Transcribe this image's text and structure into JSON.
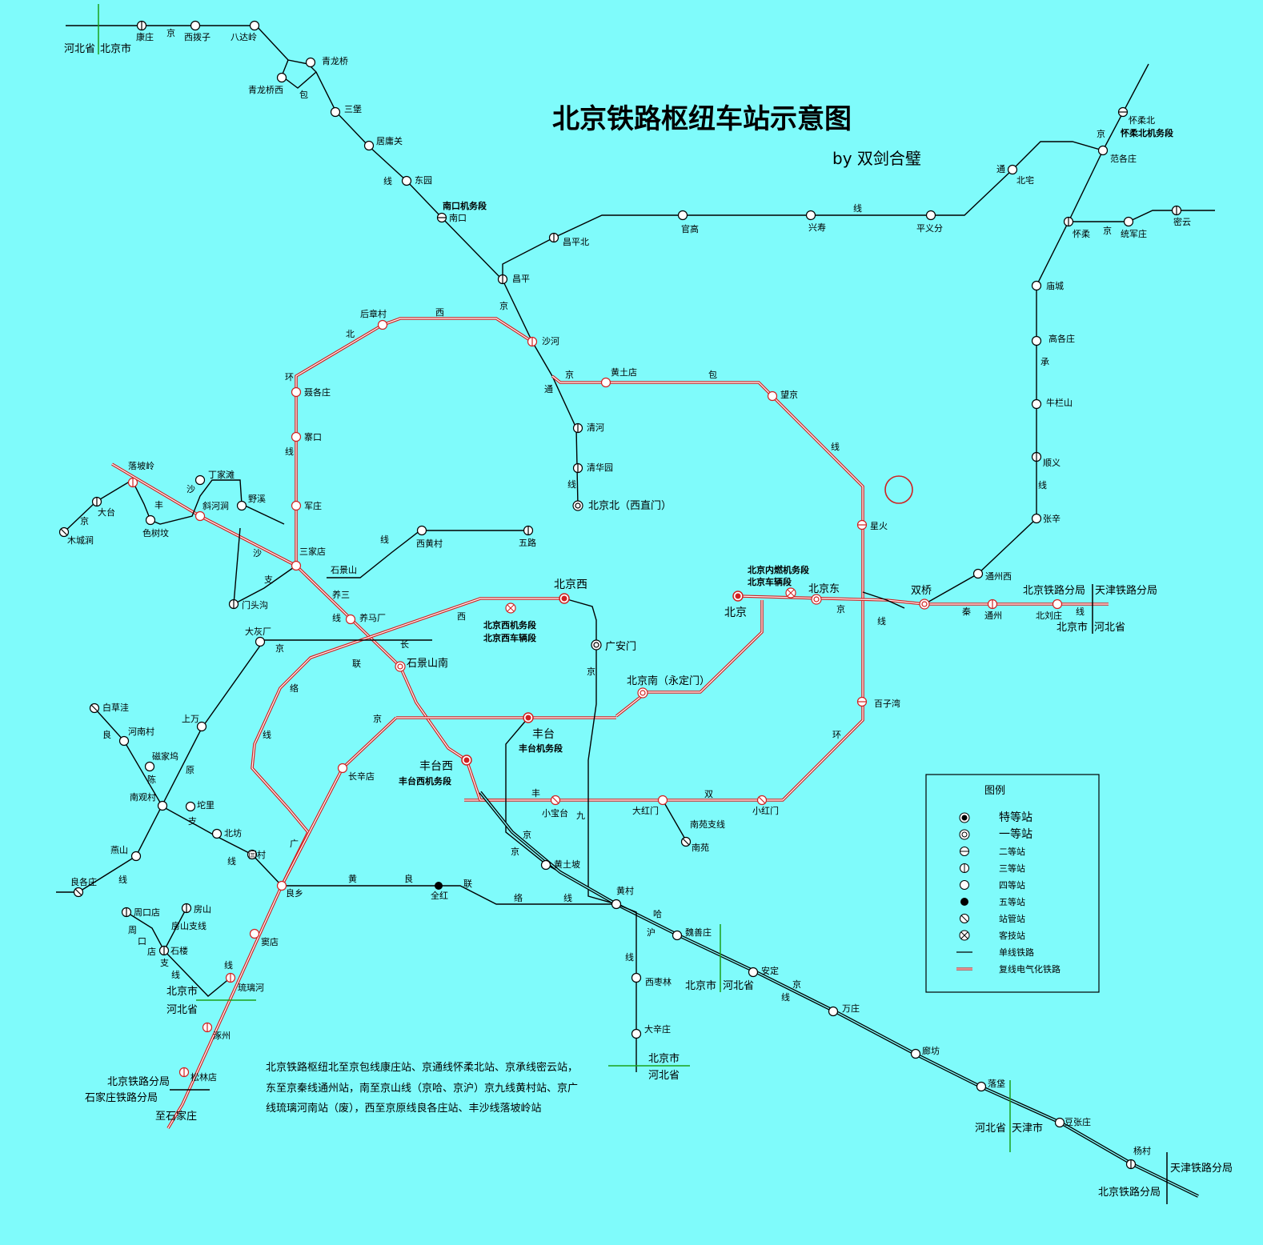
{
  "title": "北京铁路枢纽车站示意图",
  "author": "by  双剑合璧",
  "legend": {
    "title": "图例",
    "items": [
      {
        "symbol": "grade-special",
        "label": "特等站"
      },
      {
        "symbol": "grade-1",
        "label": "一等站"
      },
      {
        "symbol": "grade-2",
        "label": "二等站"
      },
      {
        "symbol": "grade-3",
        "label": "三等站"
      },
      {
        "symbol": "grade-4",
        "label": "四等站"
      },
      {
        "symbol": "grade-5",
        "label": "五等站"
      },
      {
        "symbol": "yard",
        "label": "站管站"
      },
      {
        "symbol": "passenger-tech",
        "label": "客技站"
      },
      {
        "symbol": "single-line",
        "label": "单线铁路"
      },
      {
        "symbol": "double-electric",
        "label": "复线电气化铁路"
      }
    ]
  },
  "note": [
    "北京铁路枢纽北至京包线康庄站、京通线怀柔北站、京承线密云站，",
    "东至京秦线通州站，南至京山线（京哈、京沪）京九线黄村站、京广",
    "线琉璃河南站（废），西至京原线良各庄站、丰沙线落坡岭站"
  ],
  "main_stations": {
    "beijing": "北京",
    "beijing_west": "北京西",
    "fengtai": "丰台",
    "fengtai_west": "丰台西",
    "beijing_east": "北京东",
    "beijing_south": "北京南（永定门）",
    "beijing_north": "北京北（西直门）",
    "shuangqiao": "双桥",
    "shijingshan_south": "石景山南",
    "guanganmen": "广安门",
    "shijingshan": "石景山",
    "yangsan": "养三"
  },
  "stations": {
    "kangzhuang": "康庄",
    "xibozi": "西拨子",
    "badaling": "八达岭",
    "qinglongqiao": "青龙桥",
    "qinglongqiao_xi": "青龙桥西",
    "sanpu": "三堡",
    "juyongguan": "居庸关",
    "dongyuan": "东园",
    "nankou": "南口",
    "changping": "昌平",
    "changping_bei": "昌平北",
    "guangao": "官高",
    "xingshou": "兴寿",
    "pingyifen": "平义分",
    "beizhai": "北宅",
    "huairou_bei": "怀柔北",
    "fangezhuang": "范各庄",
    "huairou": "怀柔",
    "tongjunzhuang": "统军庄",
    "miyun": "密云",
    "miaocheng": "庙城",
    "gaogezhuang": "高各庄",
    "niulanshan": "牛栏山",
    "shunyi": "顺义",
    "zhangxin": "张辛",
    "tongzhou_xi": "通州西",
    "tongzhou": "通州",
    "beiliuzhuang": "北刘庄",
    "shahe": "沙河",
    "huangtudian": "黄土店",
    "wangjing": "望京",
    "qinghe": "清河",
    "qinghuayuan": "清华园",
    "xinghuo": "星火",
    "baiziwan": "百子湾",
    "houzhangcun": "后章村",
    "niegezhuang": "聂各庄",
    "zhaikou": "寨口",
    "junzhuang": "军庄",
    "sanjiadian": "三家店",
    "xihuangcun": "西黄村",
    "wulu": "五路",
    "yangmachang": "养马厂",
    "luopoling": "落坡岭",
    "dingjiatan": "丁家滩",
    "yexi": "野溪",
    "datai": "大台",
    "mucheng": "木城涧",
    "xiehejian": "斜河涧",
    "seshuwu": "色树坟",
    "mentougou": "门头沟",
    "dahuichang": "大灰厂",
    "shangwan": "上万",
    "baicaowa": "白草洼",
    "henancun": "河南村",
    "cijiawu": "磁家坞",
    "nanguancun": "南观村",
    "tuoli": "坨里",
    "beifang": "北坊",
    "yancun": "闫村",
    "yanshan": "燕山",
    "lianggezhuang": "良各庄",
    "changxindian": "长辛店",
    "liangxiang": "良乡",
    "quanhong": "全红",
    "doudian": "窦店",
    "liulihe": "琉璃河",
    "zhuozhou": "涿州",
    "songlindian": "松林店",
    "zhoukoudian": "周口店",
    "fangshan": "房山",
    "fangshan_branch": "房山支线",
    "shilou": "石楼",
    "xiaobaotai": "小宝台",
    "dahongmen": "大红门",
    "xiaohongmen": "小红门",
    "nanyuan_branch": "南苑支线",
    "nanyuan": "南苑",
    "huangtupo": "黄土坡",
    "huangcun": "黄村",
    "weishanzhuang": "魏善庄",
    "anding": "安定",
    "wanzhuang": "万庄",
    "langfang": "廊坊",
    "luofa": "落垡",
    "douzhangzhuang": "豆张庄",
    "yangcun": "杨村",
    "xizaolin": "西枣林",
    "daxinzhuang": "大辛庄"
  },
  "depots": {
    "nankou": "南口机务段",
    "huairou_bei": "怀柔北机务段",
    "beijing_neiran": "北京内燃机务段",
    "beijing_cheliang": "北京车辆段",
    "beijingxi_jiwu": "北京西机务段",
    "beijingxi_cheliang": "北京西车辆段",
    "fengtai": "丰台机务段",
    "fengtaixi": "丰台西机务段"
  },
  "line_chars": {
    "jingbao": [
      "京",
      "包",
      "线"
    ],
    "jingtong": [
      "京",
      "通",
      "线"
    ],
    "jingcheng": [
      "京",
      "承",
      "线"
    ],
    "beihuan": [
      "北",
      "环",
      "线"
    ],
    "xi": "西",
    "jingbao_east": [
      "京",
      "包",
      "线"
    ],
    "tong": "通",
    "fengsha": [
      "丰",
      "沙"
    ],
    "shazhi": [
      "沙",
      "支"
    ],
    "line_xian": "线",
    "jingqin": [
      "京",
      "秦",
      "线"
    ],
    "xichanglian": [
      "西",
      "长",
      "联"
    ],
    "luoxian": [
      "络",
      "线"
    ],
    "jing": "京",
    "jingyuan": [
      "京",
      "原"
    ],
    "liangchen": [
      "良",
      "陈"
    ],
    "dahuichang_jing": "京",
    "jingjiu": [
      "京",
      "九"
    ],
    "huan": "环",
    "fengshuang": [
      "丰",
      "双"
    ],
    "jingguang": [
      "京",
      "广",
      "线"
    ],
    "liangxiang_huangliang": [
      "黄",
      "良",
      "联",
      "络",
      "线"
    ],
    "tuozhi": [
      "坨",
      "支",
      "线"
    ],
    "zhoukou": [
      "周",
      "口",
      "店",
      "支",
      "线"
    ],
    "jinghu": [
      "京",
      "哈",
      "沪",
      "线",
      "京",
      "线"
    ],
    "fengtai_jing": [
      "京",
      "京"
    ],
    "jingjiu_xian": "线",
    "beijingdong_jing": "京",
    "tong2": "通"
  },
  "boundaries": {
    "hebei": "河北省",
    "beijing_city": "北京市",
    "tianjin_city": "天津市",
    "beijing_bureau": "北京铁路分局",
    "tianjin_bureau": "天津铁路分局",
    "shijiazhuang_bureau": "石家庄铁路分局",
    "to_shijiazhuang": "至石家庄"
  }
}
